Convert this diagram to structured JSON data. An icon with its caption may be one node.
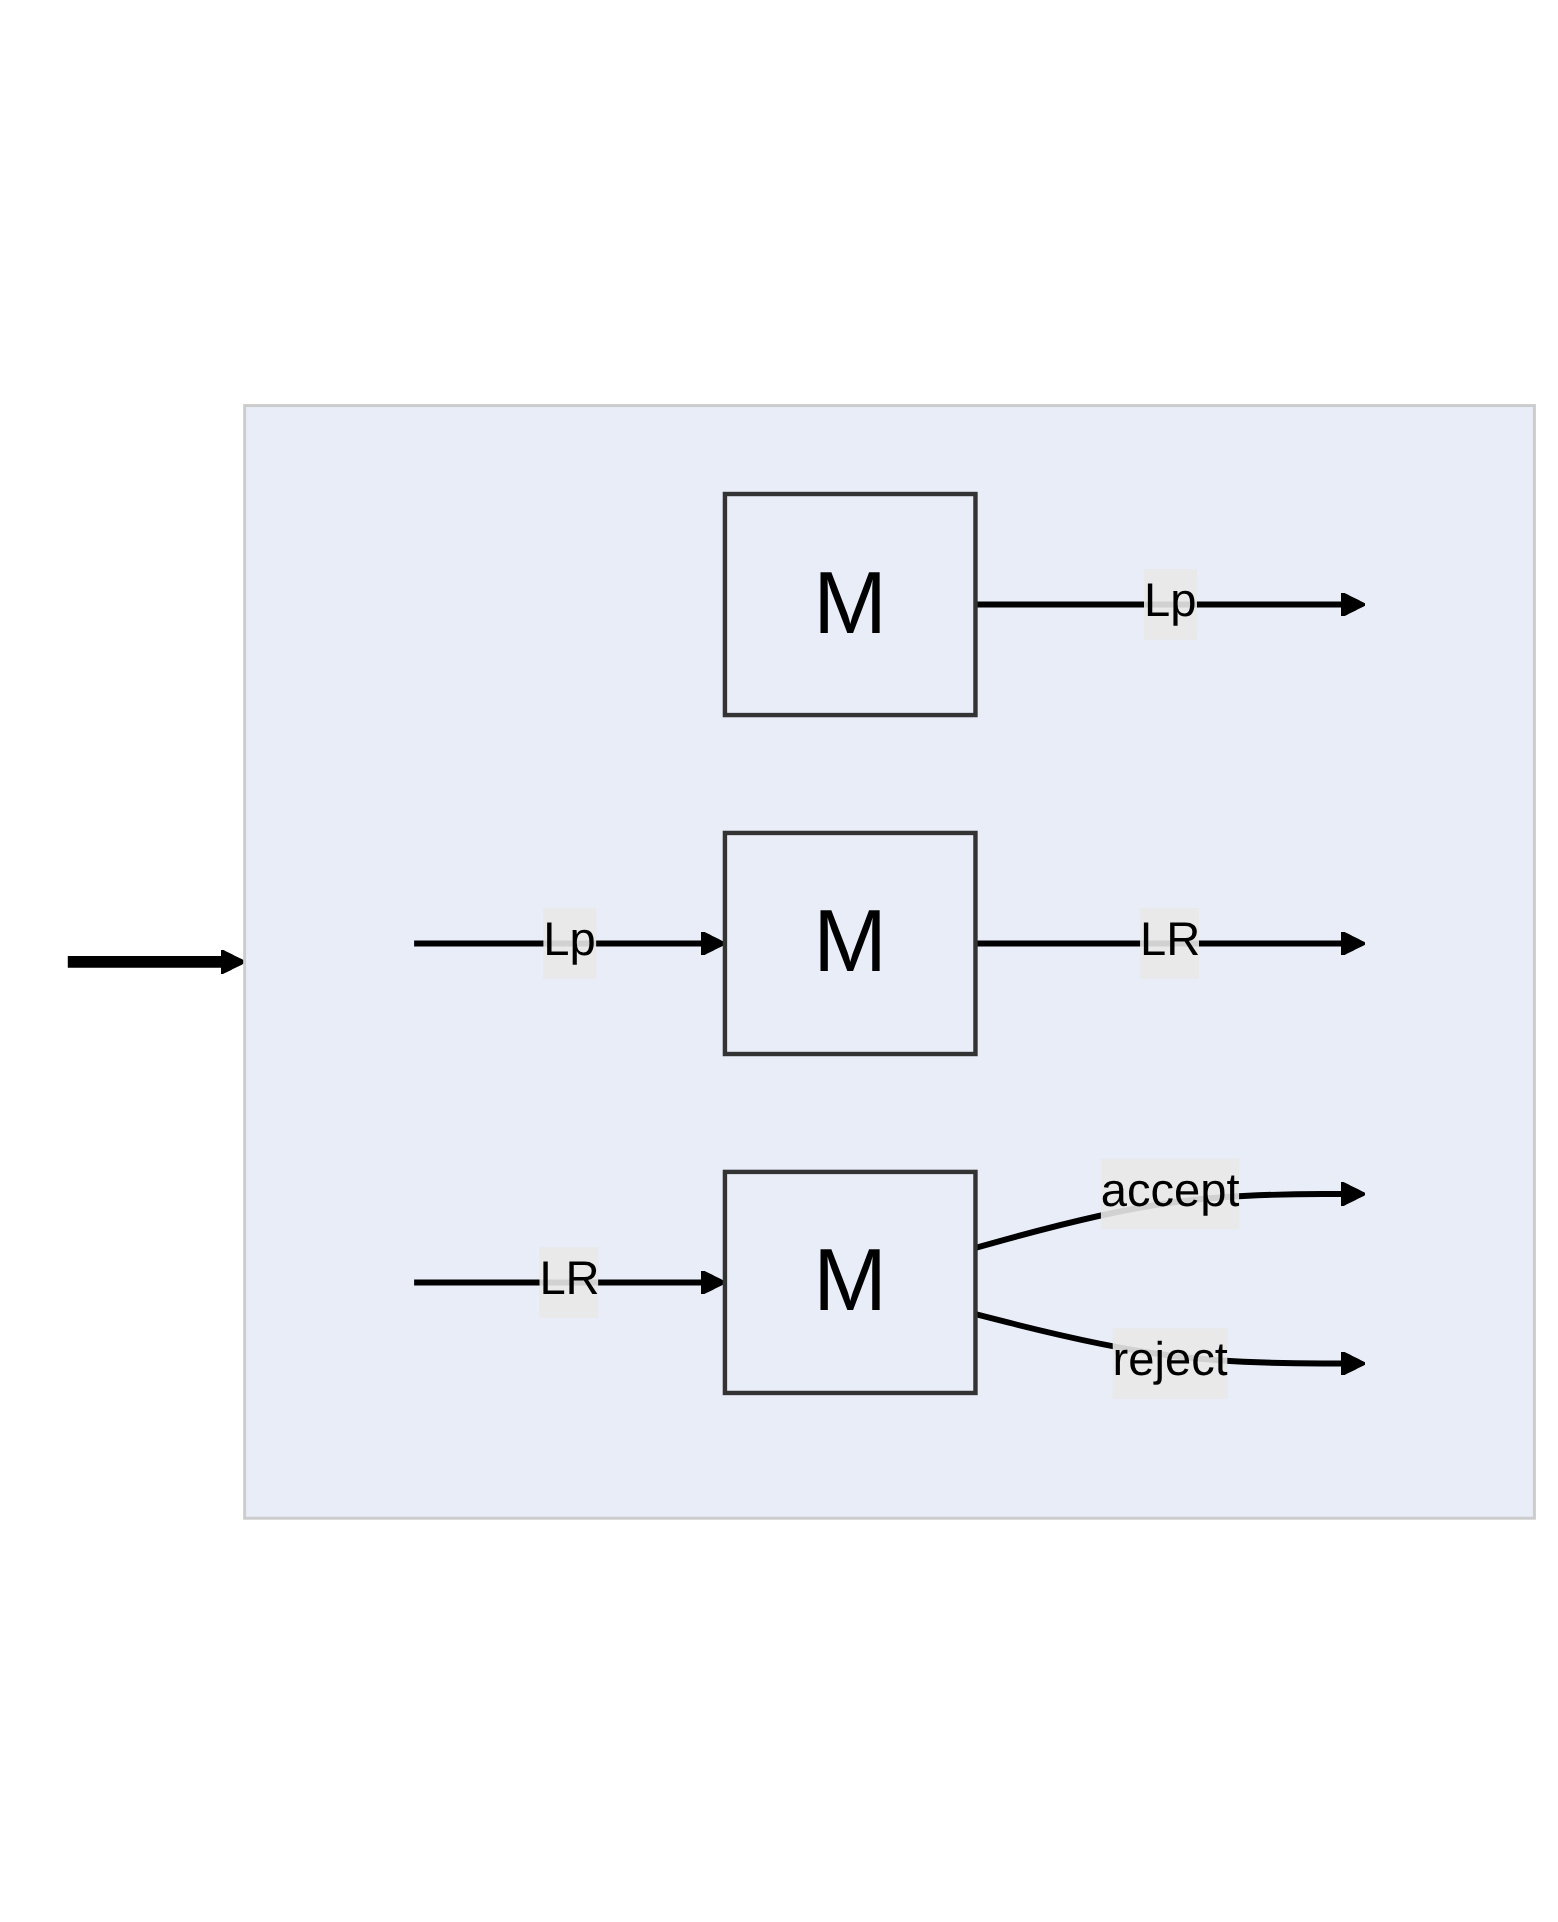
{
  "diagram": {
    "nodes": [
      {
        "text": [],
        "shape": "box"
      },
      {
        "text": [
          "M"
        ],
        "in": 0
      },
      {
        "text": [
          "M"
        ],
        "in": 0
      },
      {
        "text": [
          "M"
        ],
        "in": 0
      }
    ],
    "edges": [
      {
        "from": 1,
        "to": null,
        "arrow": "to",
        "label": "Lp"
      },
      {
        "from": null,
        "to": 2,
        "arrow": "to",
        "label": "Lp"
      },
      {
        "from": 2,
        "to": null,
        "arrow": "to",
        "label": "LR"
      },
      {
        "from": null,
        "to": 3,
        "arrow": "to",
        "label": "LR"
      },
      {
        "from": 3,
        "to": null,
        "arrow": "to",
        "label": "accept"
      },
      {
        "from": 3,
        "to": null,
        "arrow": "to",
        "label": "reject"
      },
      {
        "from": null,
        "to": 0,
        "arrow": "to",
        "style": "thick"
      }
    ]
  }
}
